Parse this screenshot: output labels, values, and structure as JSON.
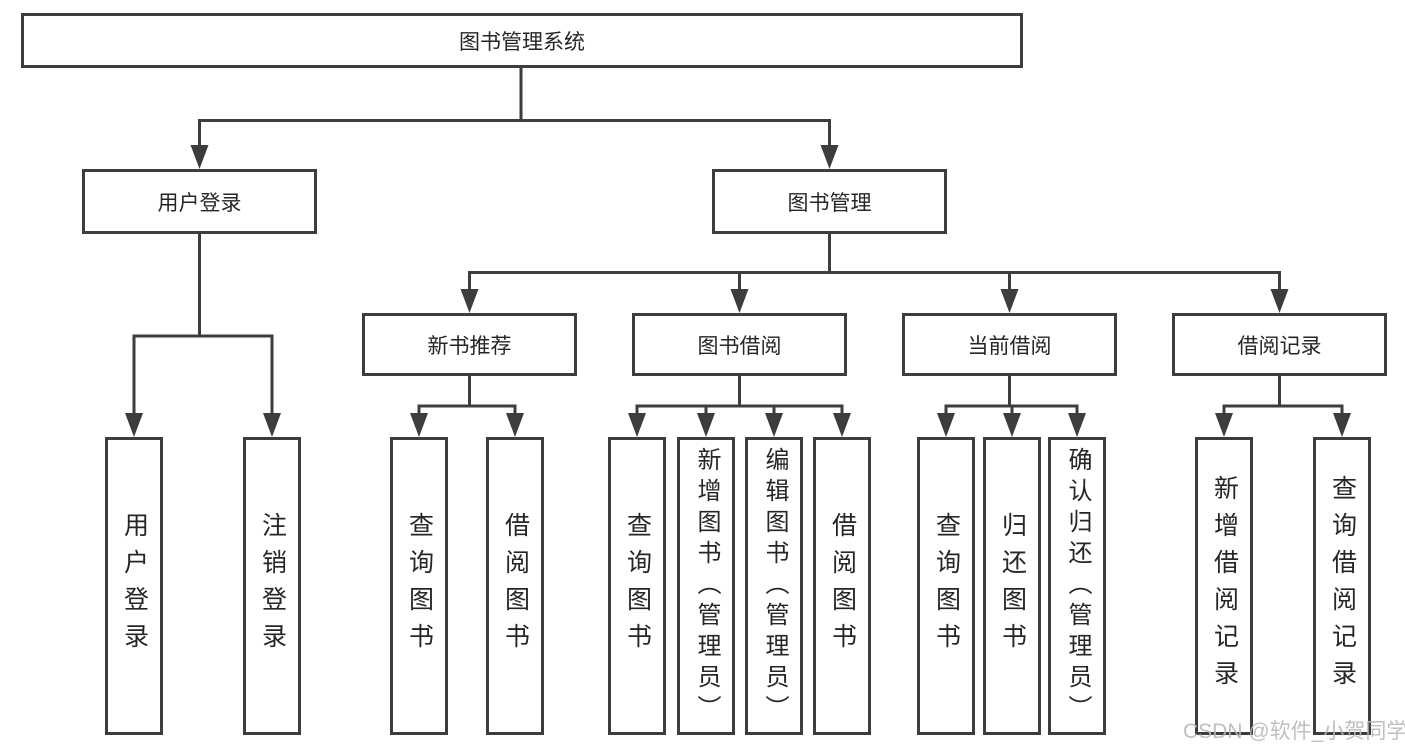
{
  "diagram": {
    "colors": {
      "line": "#3d3d3d",
      "box_background": "#ffffff",
      "text": "#262626",
      "watermark": "#b9b9b9"
    },
    "watermark": "CSDN @软件_小贺同学",
    "tree": {
      "root": {
        "label": "图书管理系统",
        "children": [
          {
            "label": "用户登录",
            "children": [
              {
                "label": "用户登录"
              },
              {
                "label": "注销登录"
              }
            ]
          },
          {
            "label": "图书管理",
            "children": [
              {
                "label": "新书推荐",
                "children": [
                  {
                    "label": "查询图书"
                  },
                  {
                    "label": "借阅图书"
                  }
                ]
              },
              {
                "label": "图书借阅",
                "children": [
                  {
                    "label": "查询图书"
                  },
                  {
                    "label": "新增图书（管理员）"
                  },
                  {
                    "label": "编辑图书（管理员）"
                  },
                  {
                    "label": "借阅图书"
                  }
                ]
              },
              {
                "label": "当前借阅",
                "children": [
                  {
                    "label": "查询图书"
                  },
                  {
                    "label": "归还图书"
                  },
                  {
                    "label": "确认归还（管理员）"
                  }
                ]
              },
              {
                "label": "借阅记录",
                "children": [
                  {
                    "label": "新增借阅记录"
                  },
                  {
                    "label": "查询借阅记录"
                  }
                ]
              }
            ]
          }
        ]
      }
    }
  }
}
